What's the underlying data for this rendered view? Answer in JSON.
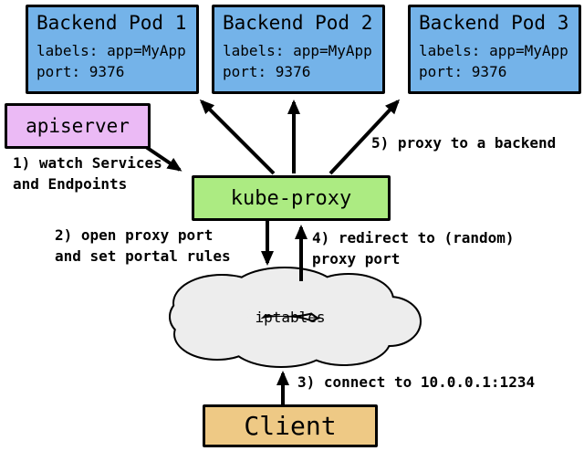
{
  "nodes": {
    "pods": [
      {
        "title": "Backend Pod 1",
        "labels": "labels: app=MyApp",
        "port": "port: 9376"
      },
      {
        "title": "Backend Pod 2",
        "labels": "labels: app=MyApp",
        "port": "port: 9376"
      },
      {
        "title": "Backend Pod 3",
        "labels": "labels: app=MyApp",
        "port": "port: 9376"
      }
    ],
    "apiserver": {
      "label": "apiserver"
    },
    "kube_proxy": {
      "label": "kube-proxy"
    },
    "iptables": {
      "label": "iptables"
    },
    "client": {
      "label": "Client"
    }
  },
  "annotations": {
    "step1": {
      "line1": "1) watch Services",
      "line2": "and Endpoints"
    },
    "step2": {
      "line1": "2) open proxy port",
      "line2": "and set portal rules"
    },
    "step3": {
      "line1": "3) connect to 10.0.0.1:1234"
    },
    "step4": {
      "line1": "4) redirect to (random)",
      "line2": "proxy port"
    },
    "step5": {
      "line1": "5) proxy to a backend"
    }
  },
  "colors": {
    "background": "#ffffff",
    "border": "#000000",
    "pod_fill": "#74b3e9",
    "apiserver_fill": "#ebbaf5",
    "kube_proxy_fill": "#aceb82",
    "client_fill": "#eec985",
    "cloud_fill": "#ededed",
    "arrow": "#000000"
  }
}
